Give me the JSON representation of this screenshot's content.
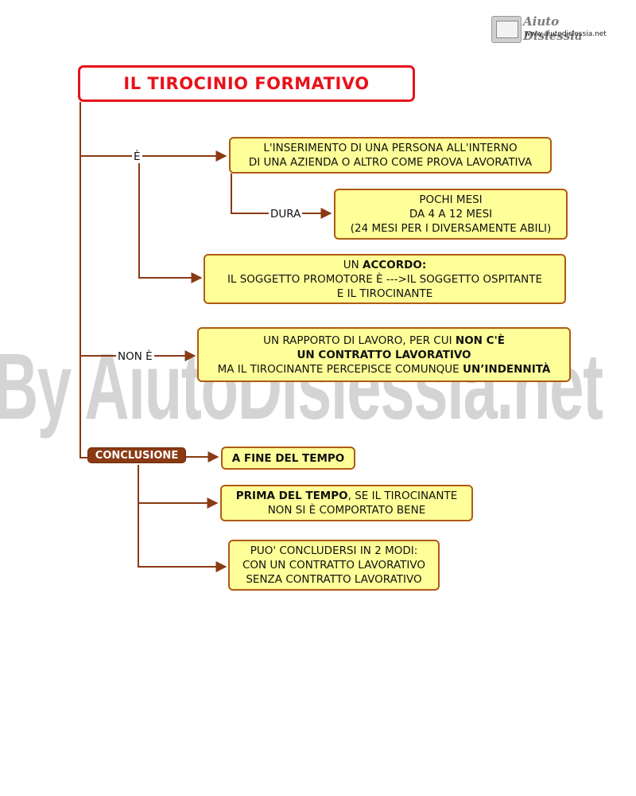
{
  "header": {
    "logo_title": "Aiuto Dislessia",
    "logo_url": "www.aiutodislessia.net"
  },
  "watermark": "By AiutoDislessia.net",
  "title": "IL TIROCINIO FORMATIVO",
  "labels": {
    "e": "È",
    "dura": "DURA",
    "non_e": "NON È",
    "conclusione": "CONCLUSIONE"
  },
  "boxes": {
    "definition": {
      "line1": "L'INSERIMENTO DI UNA PERSONA ALL'INTERNO",
      "line2": "DI UNA AZIENDA O ALTRO COME PROVA LAVORATIVA"
    },
    "duration": {
      "line1": "POCHI MESI",
      "line2": "DA 4  A 12 MESI",
      "line3": "(24 MESI PER I DIVERSAMENTE ABILI)"
    },
    "agreement": {
      "line1_prefix": "UN ",
      "line1_bold": "ACCORDO:",
      "line2": "IL SOGGETTO PROMOTORE È  --->IL SOGGETTO OSPITANTE",
      "line3": "E IL TIROCINANTE"
    },
    "not_job": {
      "line1_prefix": "UN RAPPORTO DI LAVORO, PER CUI ",
      "line1_bold": "NON C'È",
      "line2_bold": "UN CONTRATTO LAVORATIVO",
      "line3_prefix": "MA IL TIROCINANTE PERCEPISCE COMUNQUE ",
      "line3_bold": "UN’INDENNITÀ"
    },
    "end_time": {
      "text_bold": "A FINE DEL TEMPO"
    },
    "before_time": {
      "line1_bold": "PRIMA DEL TEMPO",
      "line1_suffix": ", SE IL TIROCINANTE",
      "line2": "NON SI È COMPORTATO BENE"
    },
    "two_ways": {
      "line1": "PUO' CONCLUDERSI IN 2 MODI:",
      "line2": "CON UN CONTRATTO LAVORATIVO",
      "line3": "SENZA CONTRATTO LAVORATIVO"
    }
  },
  "colors": {
    "box_fill": "#ffff99",
    "box_border": "#b05a12",
    "line": "#8a3a14",
    "title": "#e8121a",
    "conclusione_fill": "#8a3a14",
    "watermark": "#d4d4d4"
  }
}
